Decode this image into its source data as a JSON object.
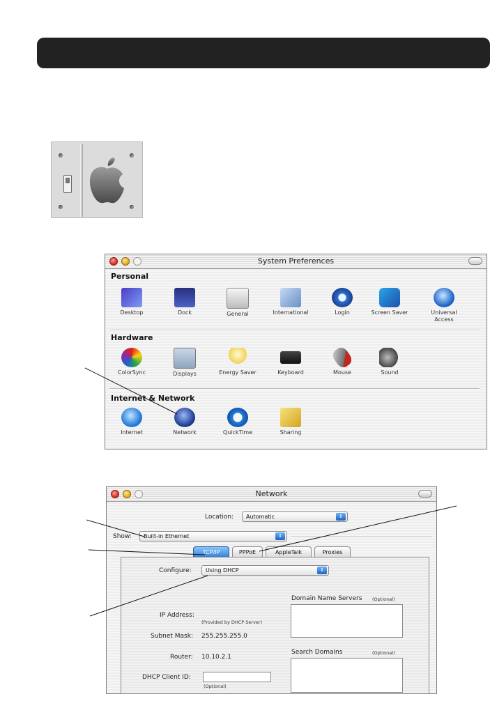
{
  "sp_window": {
    "title": "System Preferences",
    "sections": [
      {
        "title": "Personal",
        "items": [
          {
            "label": "Desktop",
            "icon": "desktop-icon"
          },
          {
            "label": "Dock",
            "icon": "dock-icon"
          },
          {
            "label": "General",
            "icon": "general-icon"
          },
          {
            "label": "International",
            "icon": "international-icon"
          },
          {
            "label": "Login",
            "icon": "login-icon"
          },
          {
            "label": "Screen Saver",
            "icon": "screen-saver-icon"
          },
          {
            "label": "Universal Access",
            "icon": "universal-access-icon"
          }
        ]
      },
      {
        "title": "Hardware",
        "items": [
          {
            "label": "ColorSync",
            "icon": "colorsync-icon"
          },
          {
            "label": "Displays",
            "icon": "displays-icon"
          },
          {
            "label": "Energy Saver",
            "icon": "energy-saver-icon"
          },
          {
            "label": "Keyboard",
            "icon": "keyboard-icon"
          },
          {
            "label": "Mouse",
            "icon": "mouse-icon"
          },
          {
            "label": "Sound",
            "icon": "sound-icon"
          }
        ]
      },
      {
        "title": "Internet & Network",
        "items": [
          {
            "label": "Internet",
            "icon": "internet-icon"
          },
          {
            "label": "Network",
            "icon": "network-icon"
          },
          {
            "label": "QuickTime",
            "icon": "quicktime-icon"
          },
          {
            "label": "Sharing",
            "icon": "sharing-icon"
          }
        ]
      }
    ]
  },
  "net_window": {
    "title": "Network",
    "location_label": "Location:",
    "location_value": "Automatic",
    "show_label": "Show:",
    "show_value": "Built-in Ethernet",
    "tabs": [
      "TCP/IP",
      "PPPoE",
      "AppleTalk",
      "Proxies"
    ],
    "configure_label": "Configure:",
    "configure_value": "Using DHCP",
    "ip_label": "IP Address:",
    "ip_note": "(Provided by DHCP Server)",
    "subnet_label": "Subnet Mask:",
    "subnet_value": "255.255.255.0",
    "router_label": "Router:",
    "router_value": "10.10.2.1",
    "dhcp_label": "DHCP Client ID:",
    "dhcp_note": "(Optional)",
    "dns_label": "Domain Name Servers",
    "dns_note": "(Optional)",
    "search_label": "Search Domains",
    "search_note": "(Optional)"
  },
  "icons": {
    "apple": "apple-logo-icon",
    "arrow": "chevron-updown-icon"
  }
}
